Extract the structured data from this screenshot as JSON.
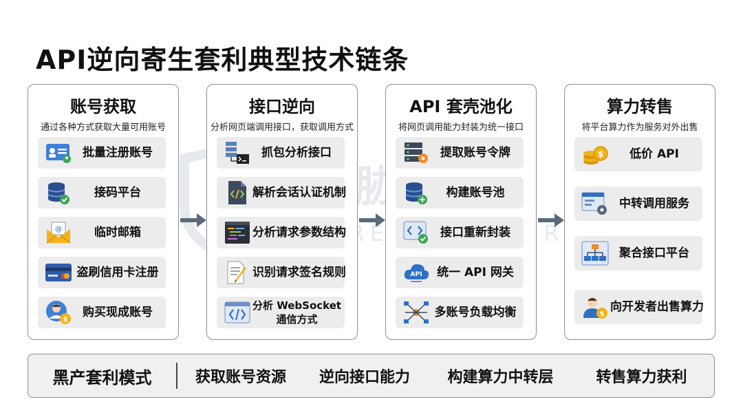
{
  "title": "API逆向寄生套利典型技术链条",
  "watermark": {
    "text": "威胁猎人",
    "sub": "THREAT HUNTER"
  },
  "columns": [
    {
      "title": "账号获取",
      "subtitle": "通过各种方式获取大量可用账号",
      "items": [
        {
          "label": "批量注册账号",
          "icon": "id-card-icon"
        },
        {
          "label": "接码平台",
          "icon": "database-check-icon"
        },
        {
          "label": "临时邮箱",
          "icon": "envelope-icon"
        },
        {
          "label": "盗刷信用卡注册",
          "icon": "credit-card-icon"
        },
        {
          "label": "购买现成账号",
          "icon": "user-coin-icon"
        }
      ]
    },
    {
      "title": "接口逆向",
      "subtitle": "分析网页端调用接口，获取调用方式",
      "items": [
        {
          "label": "抓包分析接口",
          "icon": "server-terminal-icon"
        },
        {
          "label": "解析会话认证机制",
          "icon": "code-file-icon"
        },
        {
          "label": "分析请求参数结构",
          "icon": "code-editor-icon"
        },
        {
          "label": "识别请求签名规则",
          "icon": "document-pen-icon"
        },
        {
          "label": "分析 WebSocket\n通信方式",
          "icon": "code-window-icon"
        }
      ]
    },
    {
      "title": "API 套壳池化",
      "subtitle": "将网页调用能力封装为统一接口",
      "items": [
        {
          "label": "提取账号令牌",
          "icon": "server-gear-icon"
        },
        {
          "label": "构建账号池",
          "icon": "database-plus-icon"
        },
        {
          "label": "接口重新封装",
          "icon": "code-check-icon"
        },
        {
          "label": "统一 API 网关",
          "icon": "cloud-api-icon"
        },
        {
          "label": "多账号负载均衡",
          "icon": "load-balance-icon"
        }
      ]
    },
    {
      "title": "算力转售",
      "subtitle": "将平台算力作为服务对外出售",
      "items": [
        {
          "label": "低价 API",
          "icon": "coins-icon"
        },
        {
          "label": "中转调用服务",
          "icon": "browser-gear-icon"
        },
        {
          "label": "聚合接口平台",
          "icon": "hierarchy-icon"
        },
        {
          "label": "向开发者出售算力",
          "icon": "developer-coin-icon"
        }
      ]
    }
  ],
  "bottom": {
    "main": "黑产套利模式",
    "steps": [
      "获取账号资源",
      "逆向接口能力",
      "构建算力中转层",
      "转售算力获利"
    ]
  },
  "colors": {
    "accent_blue": "#2f6fc4",
    "check_green": "#3aa655",
    "coin_gold": "#f2b21b",
    "box_gray": "#ececec"
  }
}
